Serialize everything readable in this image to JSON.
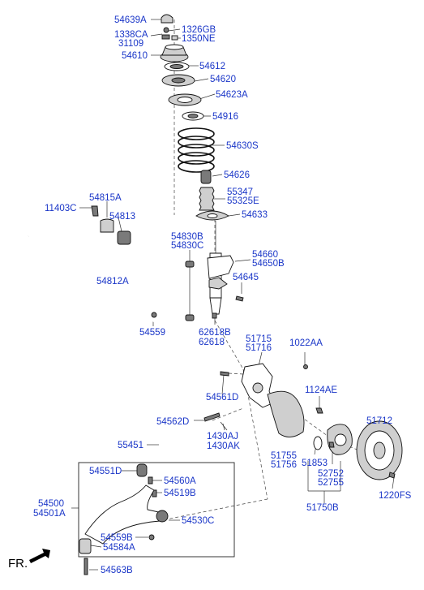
{
  "labels": {
    "p54639A": "54639A",
    "p1326GB": "1326GB",
    "p1338CA": "1338CA",
    "p1350NE": "1350NE",
    "p31109": "31109",
    "p54610": "54610",
    "p54612": "54612",
    "p54620": "54620",
    "p54623A": "54623A",
    "p54916": "54916",
    "p54630S": "54630S",
    "p54626": "54626",
    "p55347": "55347",
    "p55325E": "55325E",
    "p54633": "54633",
    "p11403C": "11403C",
    "p54815A": "54815A",
    "p54813": "54813",
    "p54812A": "54812A",
    "p54830B": "54830B",
    "p54830C": "54830C",
    "p54660": "54660",
    "p54650B": "54650B",
    "p54645": "54645",
    "p54559": "54559",
    "p62618B": "62618B",
    "p62618": "62618",
    "p51715": "51715",
    "p51716": "51716",
    "p1022AA": "1022AA",
    "p54561D": "54561D",
    "p1124AE": "1124AE",
    "p54562D": "54562D",
    "p1430AJ": "1430AJ",
    "p1430AK": "1430AK",
    "p51712": "51712",
    "p55451": "55451",
    "p51755": "51755",
    "p51756": "51756",
    "p51853": "51853",
    "p52752": "52752",
    "p52755": "52755",
    "p51750B": "51750B",
    "p1220FS": "1220FS",
    "p54551D": "54551D",
    "p54560A": "54560A",
    "p54519B": "54519B",
    "p54500": "54500",
    "p54501A": "54501A",
    "p54530C": "54530C",
    "p54559B": "54559B",
    "p54584A": "54584A",
    "p54563B": "54563B"
  },
  "orientation": {
    "front_label": "FR."
  },
  "colors": {
    "label_text": "#1a36c8",
    "line": "#333333",
    "part_outline": "#111111"
  }
}
